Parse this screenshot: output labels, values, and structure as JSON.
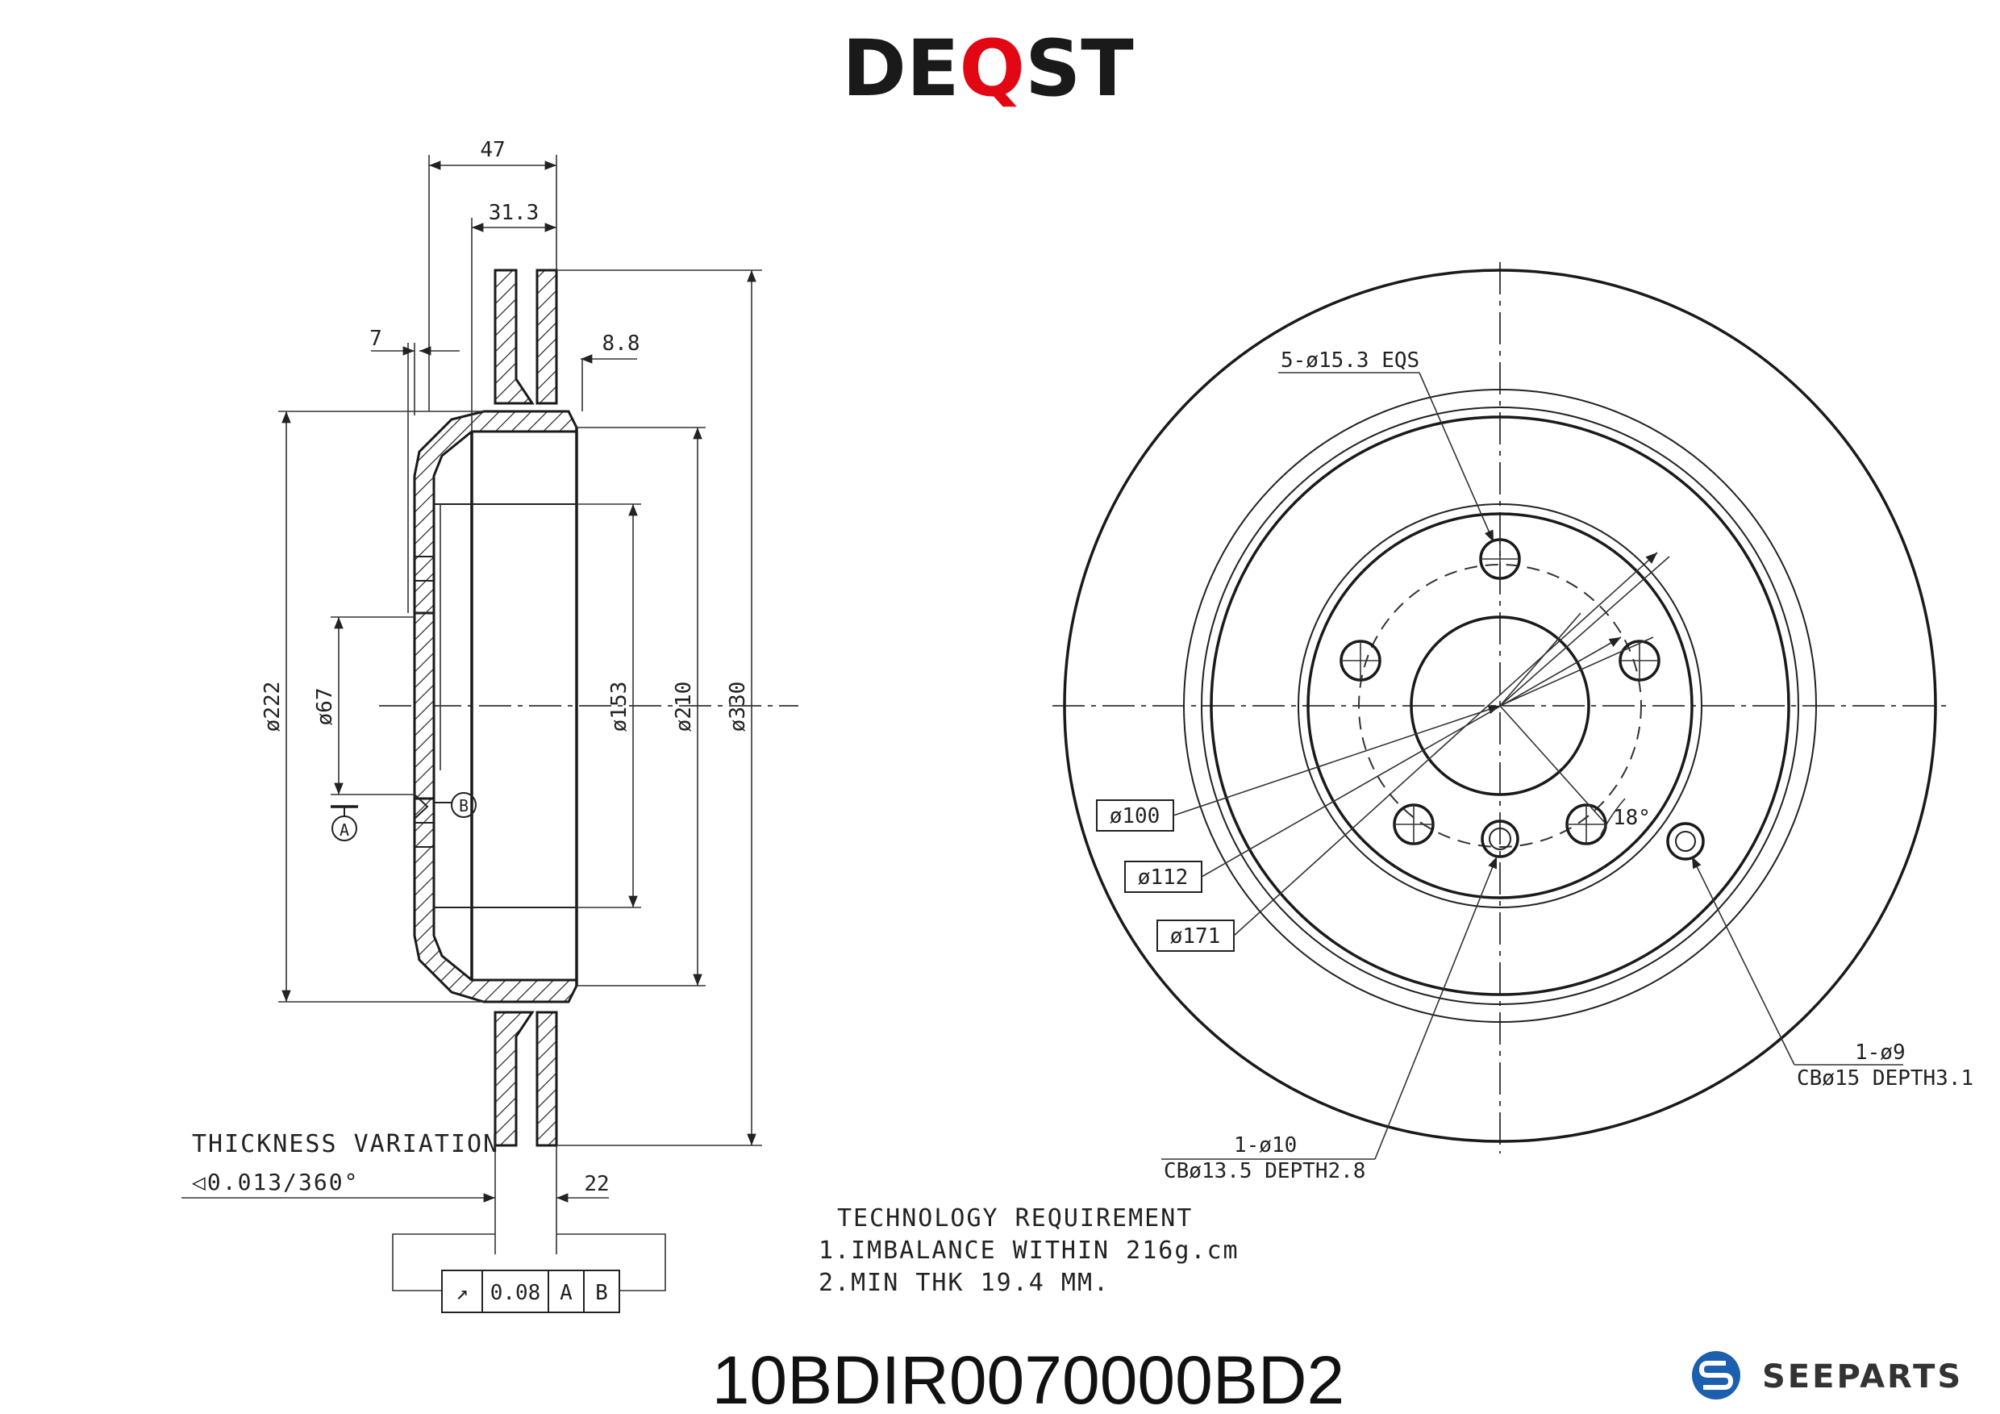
{
  "brand": {
    "left": "DE",
    "accent": "Q",
    "right": "ST",
    "accent_color": "#e30613"
  },
  "part_number": "10BDIR0070000BD2",
  "seeparts": {
    "label": "SEEPARTS",
    "icon": "seeparts-logo-icon",
    "color": "#1b5fae"
  },
  "section_view": {
    "dims": {
      "overall_width": "47",
      "hat_width": "31.3",
      "flange_offset": "7",
      "face_thickness": "8.8",
      "dia_222": "ø222",
      "dia_67": "ø67",
      "dia_153": "ø153",
      "dia_210": "ø210",
      "dia_330": "ø330",
      "thickness": "22"
    },
    "datum_a": "A",
    "datum_b": "B",
    "thickness_variation": {
      "title": "THICKNESS VARIATION",
      "value": "◁0.013/360°"
    },
    "runout_frame": {
      "symbol": "↗",
      "tolerance": "0.08",
      "datum1": "A",
      "datum2": "B"
    }
  },
  "front_view": {
    "bolt_holes": "5-ø15.3 EQS",
    "pcd": "ø100",
    "dia_112": "ø112",
    "dia_171": "ø171",
    "angle": "18°",
    "hole_9": {
      "line1": "1-ø9",
      "line2": "CBø15 DEPTH3.1"
    },
    "hole_10": {
      "line1": "1-ø10",
      "line2": "CBø13.5 DEPTH2.8"
    }
  },
  "requirements": {
    "title": "TECHNOLOGY REQUIREMENT",
    "items": [
      "1.IMBALANCE WITHIN 216g.cm",
      "2.MIN THK 19.4 MM."
    ]
  }
}
